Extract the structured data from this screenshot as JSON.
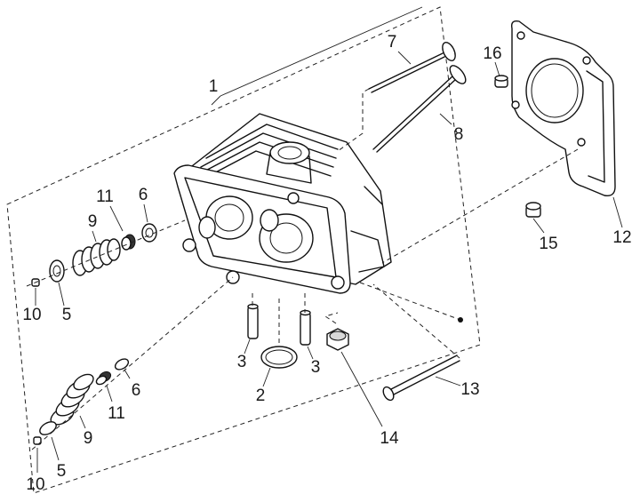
{
  "diagram": {
    "type": "exploded-parts-view",
    "accent_color": "#111111",
    "background_color": "#ffffff",
    "callouts": [
      {
        "id": "c1",
        "label": "1"
      },
      {
        "id": "c7",
        "label": "7"
      },
      {
        "id": "c8",
        "label": "8"
      },
      {
        "id": "c16",
        "label": "16"
      },
      {
        "id": "c12",
        "label": "12"
      },
      {
        "id": "c15",
        "label": "15"
      },
      {
        "id": "c11a",
        "label": "11"
      },
      {
        "id": "c6a",
        "label": "6"
      },
      {
        "id": "c9a",
        "label": "9"
      },
      {
        "id": "c10a",
        "label": "10"
      },
      {
        "id": "c5a",
        "label": "5"
      },
      {
        "id": "c3a",
        "label": "3"
      },
      {
        "id": "c3b",
        "label": "3"
      },
      {
        "id": "c2",
        "label": "2"
      },
      {
        "id": "c14",
        "label": "14"
      },
      {
        "id": "c13",
        "label": "13"
      },
      {
        "id": "c6b",
        "label": "6"
      },
      {
        "id": "c11b",
        "label": "11"
      },
      {
        "id": "c9b",
        "label": "9"
      },
      {
        "id": "c5b",
        "label": "5"
      },
      {
        "id": "c10b",
        "label": "10"
      }
    ]
  }
}
